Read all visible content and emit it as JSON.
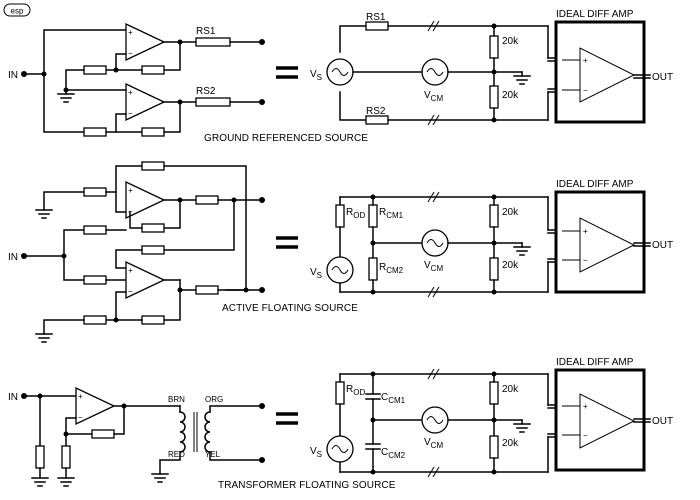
{
  "logo": "esp",
  "input_label": "IN",
  "output_label": "OUT",
  "ideal_amp_label": "IDEAL DIFF AMP",
  "opamp_plus": "+",
  "opamp_minus": "−",
  "sections": [
    {
      "caption": "GROUND REFERENCED SOURCE",
      "labels": {
        "rs1": "RS1",
        "rs2": "RS2",
        "vs": "V",
        "vs_sub": "S",
        "vcm": "V",
        "vcm_sub": "CM",
        "r_top": "20k",
        "r_bot": "20k"
      }
    },
    {
      "caption": "ACTIVE FLOATING SOURCE",
      "labels": {
        "rod": "R",
        "rod_sub": "OD",
        "rcm1": "R",
        "rcm1_sub": "CM1",
        "rcm2": "R",
        "rcm2_sub": "CM2",
        "vs": "V",
        "vs_sub": "S",
        "vcm": "V",
        "vcm_sub": "CM",
        "r_top": "20k",
        "r_bot": "20k"
      }
    },
    {
      "caption": "TRANSFORMER FLOATING SOURCE",
      "labels": {
        "brn": "BRN",
        "org": "ORG",
        "red": "RED",
        "yel": "YEL",
        "rod": "R",
        "rod_sub": "OD",
        "ccm1": "C",
        "ccm1_sub": "CM1",
        "ccm2": "C",
        "ccm2_sub": "CM2",
        "vs": "V",
        "vs_sub": "S",
        "vcm": "V",
        "vcm_sub": "CM",
        "r_top": "20k",
        "r_bot": "20k"
      }
    }
  ]
}
